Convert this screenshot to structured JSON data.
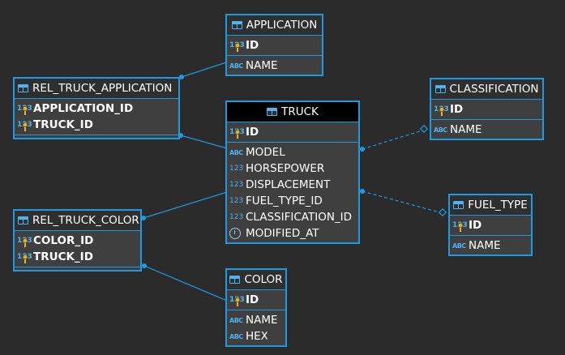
{
  "entities": {
    "application": {
      "title": "APPLICATION",
      "pk": [
        "ID"
      ],
      "attrs": [
        "NAME"
      ]
    },
    "rel_truck_application": {
      "title": "REL_TRUCK_APPLICATION",
      "pk": [
        "APPLICATION_ID",
        "TRUCK_ID"
      ]
    },
    "truck": {
      "title": "TRUCK",
      "pk": [
        "ID"
      ],
      "attrs": [
        "MODEL",
        "HORSEPOWER",
        "DISPLACEMENT",
        "FUEL_TYPE_ID",
        "CLASSIFICATION_ID",
        "MODIFIED_AT"
      ]
    },
    "classification": {
      "title": "CLASSIFICATION",
      "pk": [
        "ID"
      ],
      "attrs": [
        "NAME"
      ]
    },
    "rel_truck_color": {
      "title": "REL_TRUCK_COLOR",
      "pk": [
        "COLOR_ID",
        "TRUCK_ID"
      ]
    },
    "fuel_type": {
      "title": "FUEL_TYPE",
      "pk": [
        "ID"
      ],
      "attrs": [
        "NAME"
      ]
    },
    "color": {
      "title": "COLOR",
      "pk": [
        "ID"
      ],
      "attrs": [
        "NAME",
        "HEX"
      ]
    }
  },
  "type_icons": {
    "numeric": "123",
    "text": "ABC"
  },
  "colors": {
    "border": "#1e9be0",
    "background": "#2b2b2b",
    "entity": "#3f3f3f"
  }
}
